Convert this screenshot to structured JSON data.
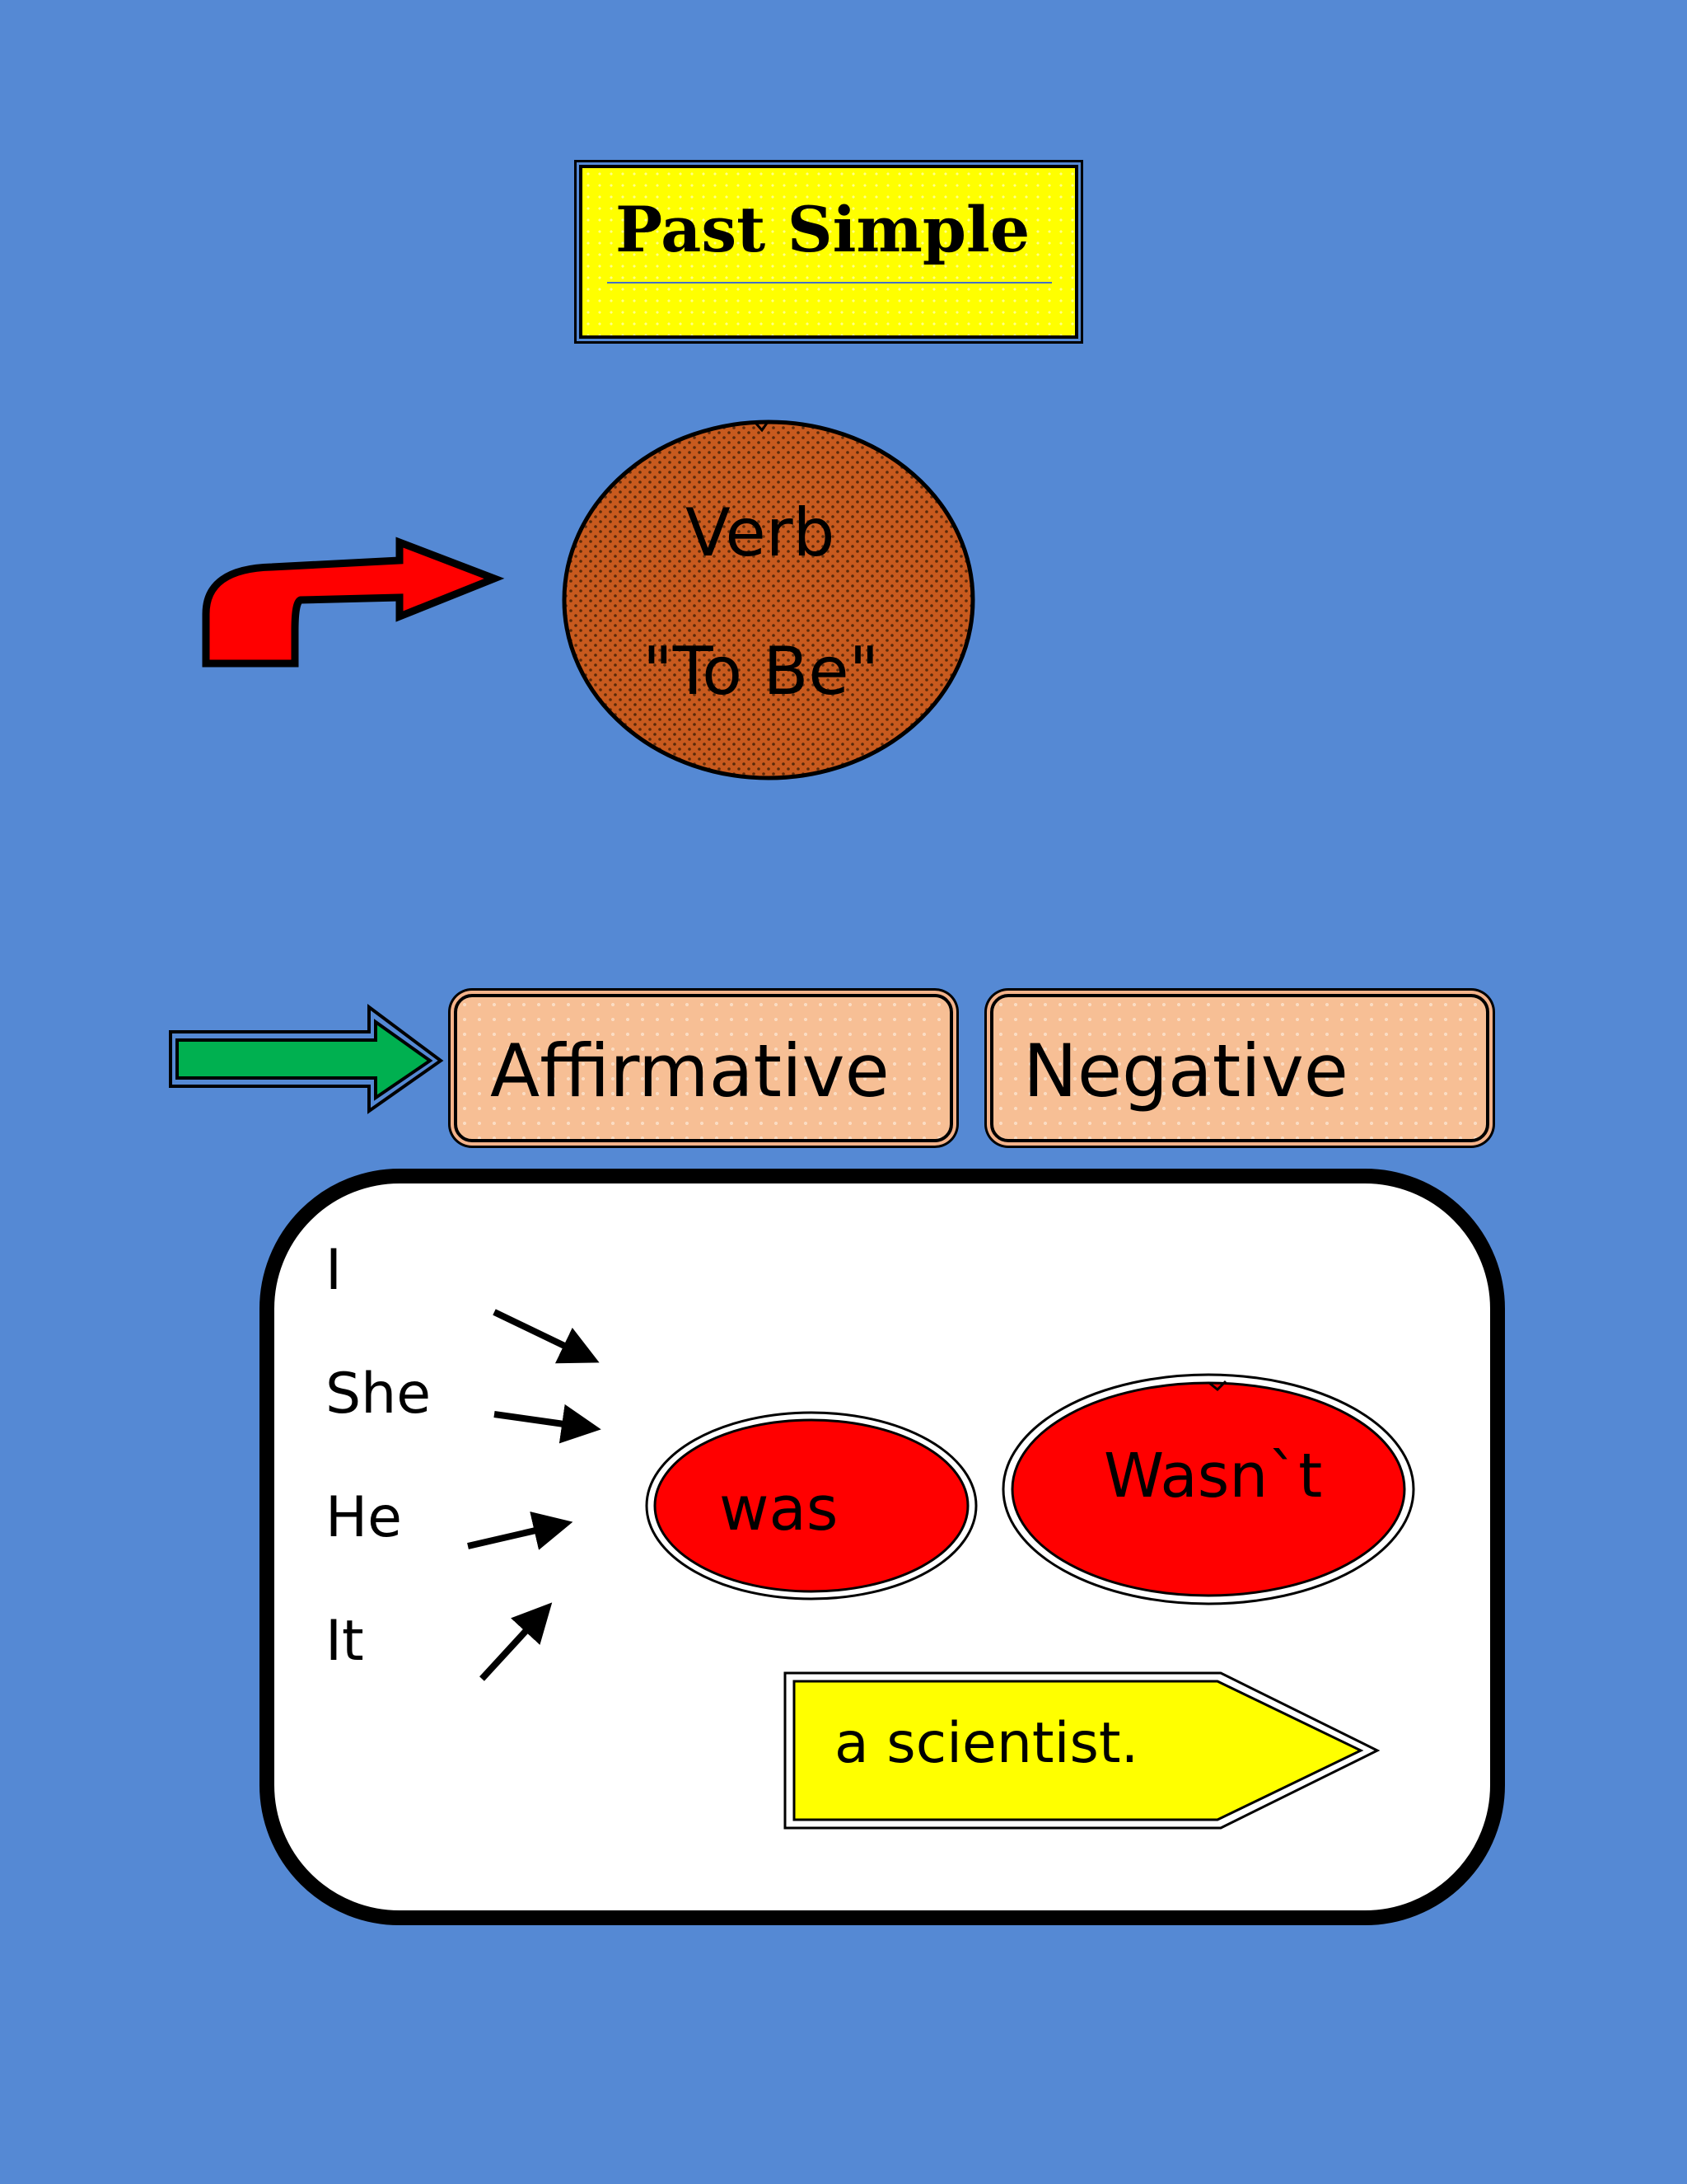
{
  "title": "Past Simple",
  "verb_circle": {
    "line1": "Verb",
    "line2": "\"To Be\""
  },
  "tabs": {
    "affirmative": "Affirmative",
    "negative": "Negative"
  },
  "pronouns": [
    "I",
    "She",
    "He",
    "It"
  ],
  "forms": {
    "affirmative": "was",
    "negative": "Wasn`t"
  },
  "complement": "a scientist.",
  "colors": {
    "background": "#5589d4",
    "title_fill": "#ffff00",
    "circle_fill": "#c85a1e",
    "tab_fill": "#f7bf95",
    "form_fill": "#ff0000",
    "curved_arrow": "#ff0000",
    "straight_arrow": "#00b050",
    "complement_fill": "#ffff00"
  },
  "icons": [
    "curved-arrow-icon",
    "right-arrow-icon",
    "small-arrow-icon"
  ]
}
